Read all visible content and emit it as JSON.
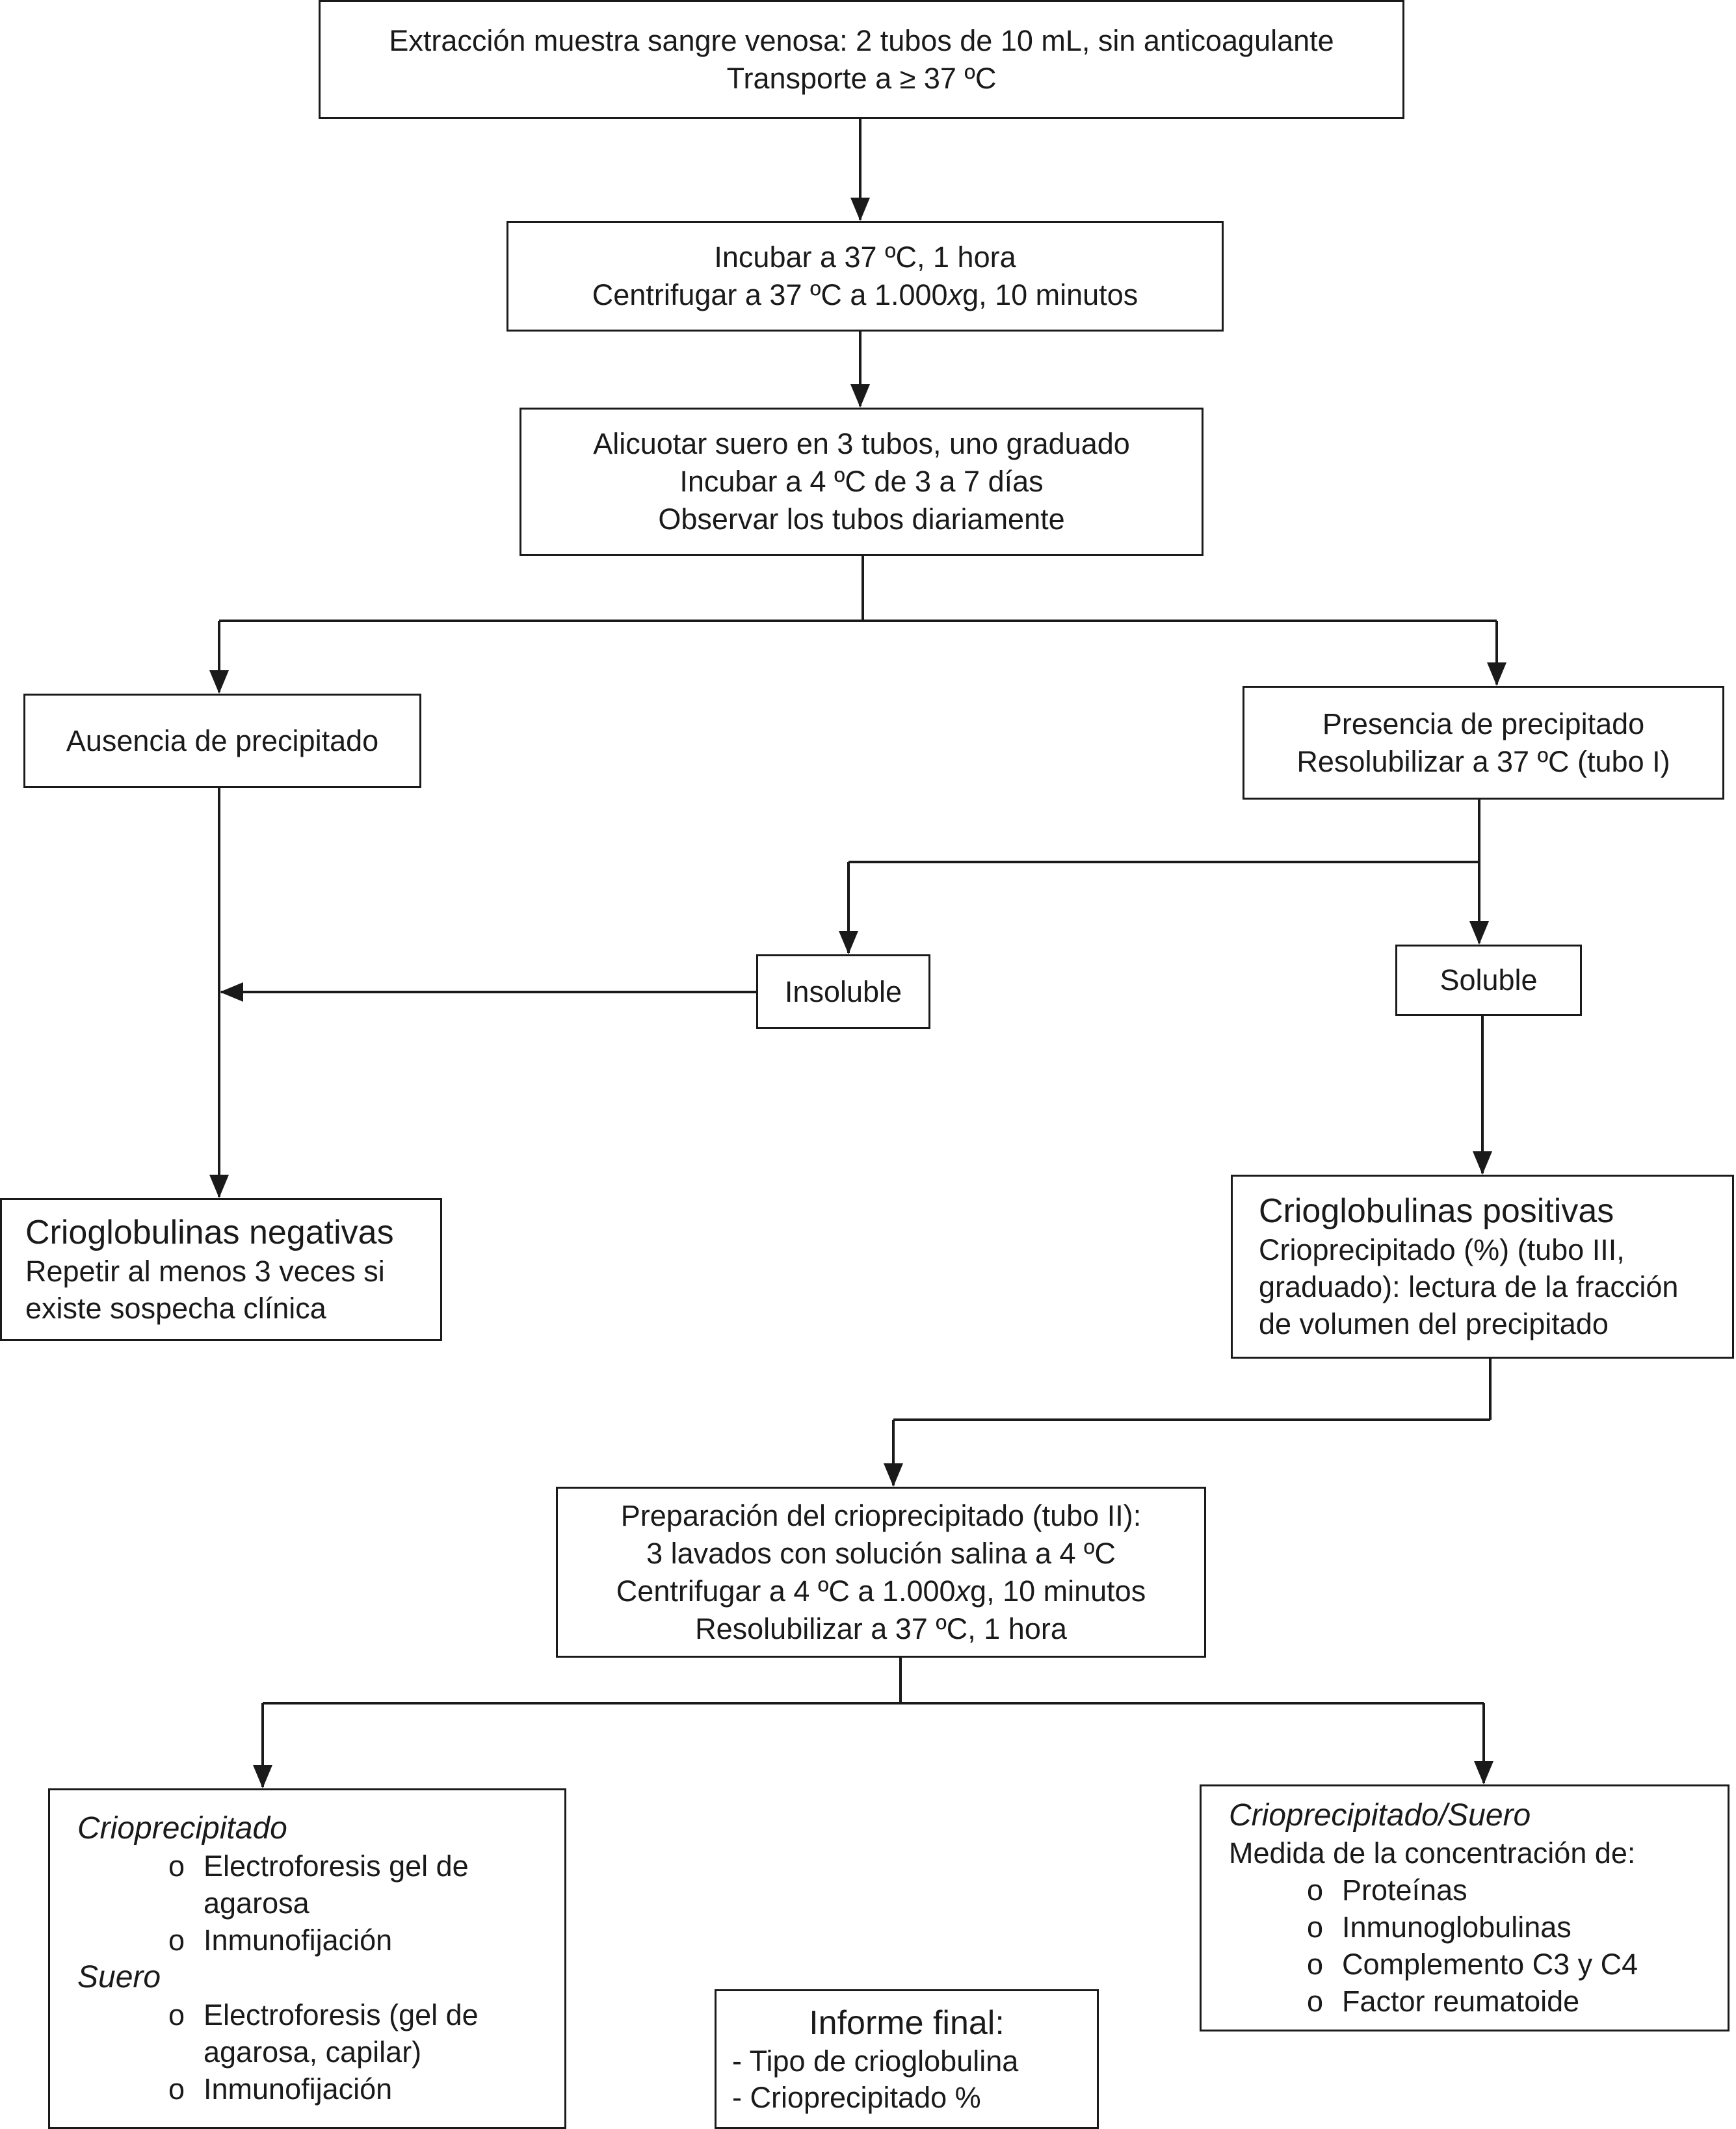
{
  "box_extraccion": {
    "line1": "Extracción muestra sangre venosa: 2 tubos de 10 mL, sin anticoagulante",
    "line2": "Transporte a ≥ 37 ºC"
  },
  "box_incubar": {
    "line1": "Incubar a 37 ºC, 1 hora",
    "line2_pre": "Centrifugar a 37 ºC a 1.000",
    "line2_italic": "x",
    "line2_post": "g, 10 minutos"
  },
  "box_alicuotar": {
    "line1": "Alicuotar suero en 3 tubos, uno graduado",
    "line2": "Incubar a 4 ºC de 3 a 7 días",
    "line3": "Observar los tubos diariamente"
  },
  "box_ausencia": {
    "line1": "Ausencia de precipitado"
  },
  "box_presencia": {
    "line1": "Presencia de precipitado",
    "line2": "Resolubilizar a 37 ºC (tubo I)"
  },
  "box_insoluble": {
    "line1": "Insoluble"
  },
  "box_soluble": {
    "line1": "Soluble"
  },
  "box_negativas": {
    "title": "Crioglobulinas negativas",
    "line2": "Repetir al menos 3 veces si",
    "line3": "existe sospecha clínica"
  },
  "box_positivas": {
    "title": "Crioglobulinas positivas",
    "line2": "Crioprecipitado (%) (tubo III,",
    "line3": "graduado): lectura de la fracción",
    "line4": "de volumen del precipitado"
  },
  "box_preparacion": {
    "line1": "Preparación del crioprecipitado (tubo II):",
    "line2": "3 lavados con solución salina a 4 ºC",
    "line3_pre": "Centrifugar a 4 ºC a 1.000",
    "line3_italic": "x",
    "line3_post": "g, 10 minutos",
    "line4": "Resolubilizar a 37 ºC, 1 hora"
  },
  "box_crioprecipitado": {
    "heading1": "Crioprecipitado",
    "items1": [
      "Electroforesis gel de",
      "agarosa",
      "Inmunofijación"
    ],
    "heading2": "Suero",
    "items2": [
      "Electroforesis (gel de",
      "agarosa, capilar)",
      "Inmunofijación"
    ]
  },
  "box_criosuero": {
    "heading": "Crioprecipitado/Suero",
    "line1": "Medida de la concentración de:",
    "items": [
      "Proteínas",
      "Inmunoglobulinas",
      "Complemento C3 y C4",
      "Factor reumatoide"
    ]
  },
  "box_informe": {
    "title": "Informe final:",
    "items": [
      "- Tipo de crioglobulina",
      "- Crioprecipitado %"
    ]
  }
}
